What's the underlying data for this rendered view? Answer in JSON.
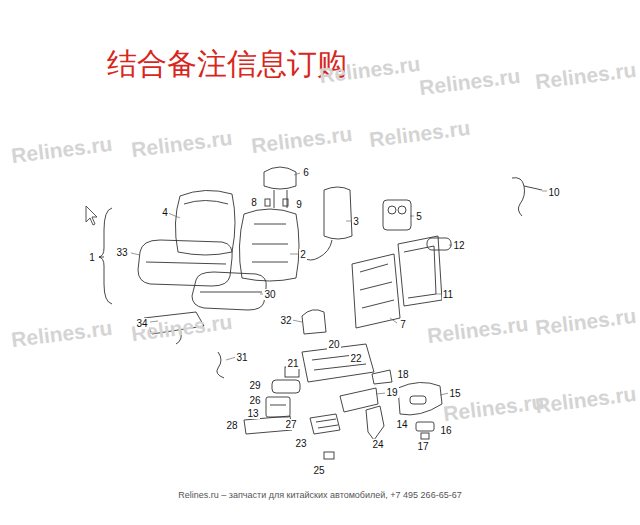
{
  "diagram": {
    "title": "结合备注信息订购",
    "labels": [
      "6",
      "8",
      "9",
      "4",
      "3",
      "5",
      "10",
      "1",
      "33",
      "2",
      "12",
      "30",
      "11",
      "34",
      "32",
      "7",
      "20",
      "31",
      "21",
      "22",
      "18",
      "29",
      "19",
      "15",
      "26",
      "13",
      "27",
      "28",
      "23",
      "14",
      "16",
      "24",
      "17",
      "25",
      "Relines.ru",
      "Relines.ru",
      "Relines.ru",
      "Relines.ru",
      "Relines.ru",
      "Relines.ru",
      "Relines.ru",
      "Relines.ru",
      "Relines.ru",
      "Relines.ru",
      "Relines.ru",
      "Relines.ru",
      "Relines.ru",
      "Relines.ru – запчасти для китайских автомобилей, +7 495 266-65-67"
    ]
  }
}
